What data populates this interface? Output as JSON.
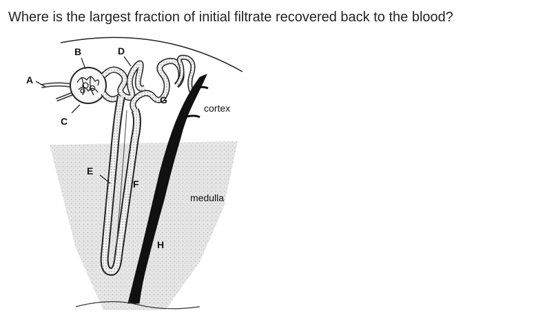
{
  "question": "Where is the largest fraction of initial filtrate recovered back to the blood?",
  "labels": {
    "A": "A",
    "B": "B",
    "C": "C",
    "D": "D",
    "E": "E",
    "F": "F",
    "G": "G",
    "H": "H"
  },
  "regions": {
    "cortex": "cortex",
    "medulla": "medulla"
  }
}
